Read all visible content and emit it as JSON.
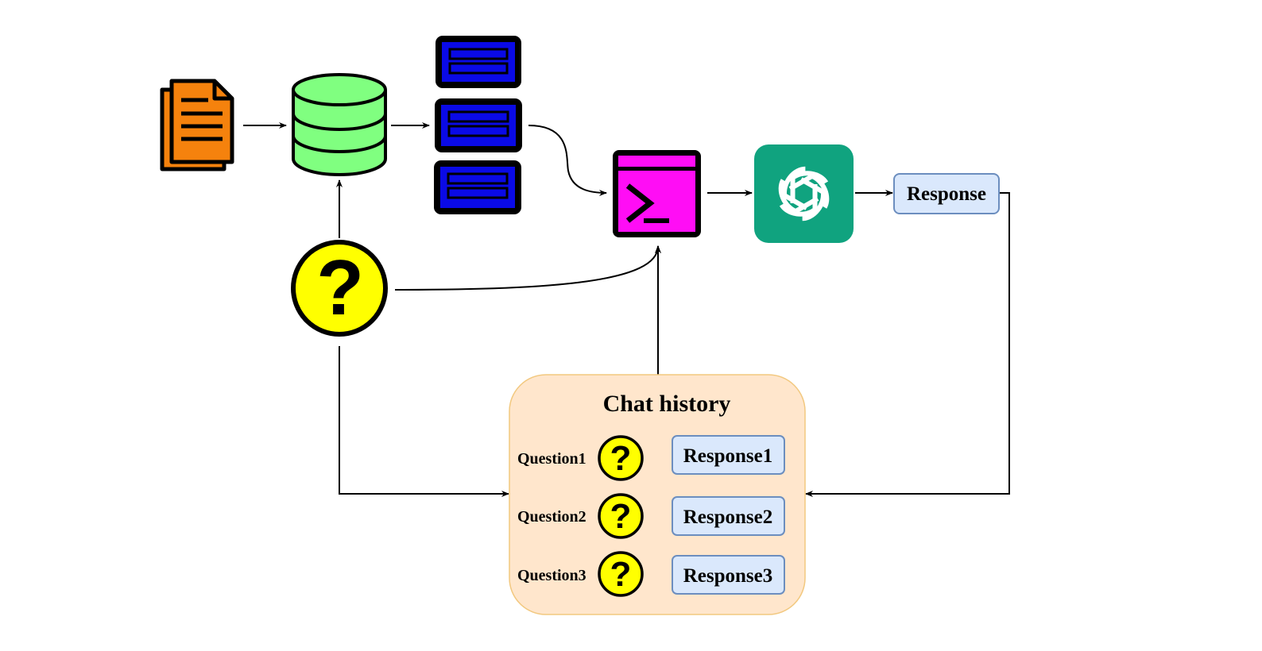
{
  "response_box": {
    "label": "Response"
  },
  "chat_history": {
    "title": "Chat history",
    "rows": [
      {
        "question_label": "Question1",
        "response_label": "Response1"
      },
      {
        "question_label": "Question2",
        "response_label": "Response2"
      },
      {
        "question_label": "Question3",
        "response_label": "Response3"
      }
    ]
  },
  "icons": {
    "documents": "documents-icon",
    "database": "database-icon",
    "chunks": "chunk-icon",
    "prompt": "terminal-icon",
    "llm": "openai-logo-icon",
    "question": "question-mark-icon"
  },
  "colors": {
    "documents": "#f5820d",
    "database": "#80ff80",
    "chunk": "#0a0ae6",
    "prompt": "#ff0df5",
    "llm": "#10a37f",
    "question": "#ffff00",
    "response_fill": "#dae8fc",
    "response_stroke": "#6c8ebf",
    "history_fill": "#ffe6cc",
    "history_stroke": "#f2c87f"
  }
}
